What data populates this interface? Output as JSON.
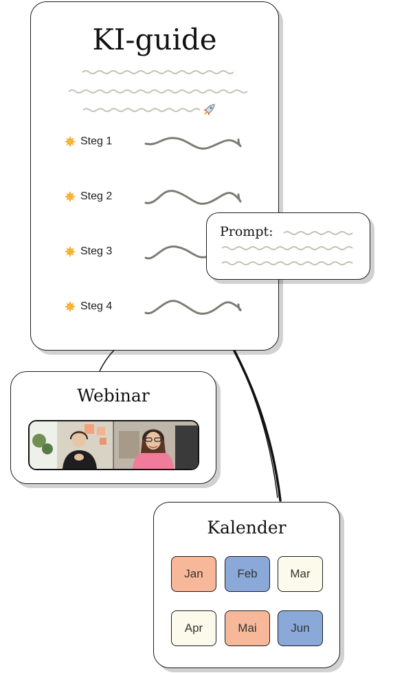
{
  "guide": {
    "title": "KI-guide",
    "rocket_icon": "rocket-icon",
    "steps": [
      {
        "label": "Steg 1",
        "icon": "sun-icon"
      },
      {
        "label": "Steg 2",
        "icon": "sun-icon"
      },
      {
        "label": "Steg 3",
        "icon": "sun-icon"
      },
      {
        "label": "Steg 4",
        "icon": "sun-icon"
      }
    ]
  },
  "prompt": {
    "label": "Prompt:"
  },
  "webinar": {
    "title": "Webinar",
    "participants": 2
  },
  "kalender": {
    "title": "Kalender",
    "months": [
      {
        "label": "Jan",
        "color": "#f7b899"
      },
      {
        "label": "Feb",
        "color": "#8aa9d8"
      },
      {
        "label": "Mar",
        "color": "#fcfaea"
      },
      {
        "label": "Apr",
        "color": "#fcfaea"
      },
      {
        "label": "Mai",
        "color": "#f7b899"
      },
      {
        "label": "Jun",
        "color": "#8aa9d8"
      }
    ]
  },
  "colors": {
    "squiggle_light": "#c4c2b6",
    "squiggle_dark": "#7d7b72",
    "sun": "#f5a623",
    "border": "#1b1b1b"
  }
}
